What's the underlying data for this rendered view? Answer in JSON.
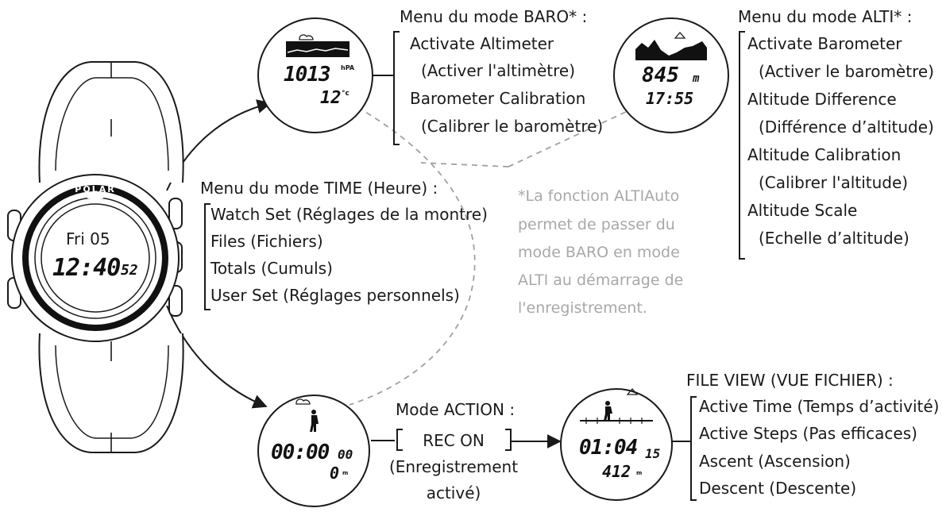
{
  "watch": {
    "brand": "POLAR",
    "date": "Fri 05",
    "time": "12:40",
    "seconds": "52"
  },
  "baro": {
    "title": "Menu du mode BARO* :",
    "items": [
      "Activate Altimeter",
      "(Activer l'altimètre)",
      "Barometer Calibration",
      "(Calibrer le baromètre)"
    ],
    "display_pressure": "1013",
    "display_unit": "hPA",
    "display_temp": "12",
    "display_temp_unit": "°c"
  },
  "alti": {
    "title": "Menu du mode ALTI* :",
    "items": [
      "Activate Barometer",
      "(Activer le baromètre)",
      "Altitude Difference",
      "(Différence d’altitude)",
      "Altitude Calibration",
      "(Calibrer l'altitude)",
      "Altitude Scale",
      "(Echelle d’altitude)"
    ],
    "display_altitude": "845",
    "display_unit": "m",
    "display_time": "17:55"
  },
  "time_menu": {
    "title": "Menu du mode TIME (Heure) :",
    "items": [
      "Watch Set (Réglages de la montre)",
      "Files (Fichiers)",
      "Totals (Cumuls)",
      "User Set (Réglages personnels)"
    ]
  },
  "note": {
    "lines": [
      "*La fonction ALTIAuto",
      "permet de passer du",
      "mode BARO en mode",
      "ALTI au démarrage de",
      "l'enregistrement."
    ]
  },
  "action": {
    "title": "Mode ACTION :",
    "button": "REC ON",
    "caption_lines": [
      "(Enregistrement",
      "activé)"
    ],
    "display_time": "00:00",
    "display_hund": "00",
    "display_asc": "0",
    "display_asc_unit": "m"
  },
  "file_view": {
    "title": "FILE VIEW (VUE FICHIER) :",
    "items": [
      "Active Time (Temps d’activité)",
      "Active Steps (Pas efficaces)",
      "Ascent (Ascension)",
      "Descent (Descente)"
    ],
    "display_time": "01:04",
    "display_hund": "15",
    "display_asc": "412",
    "display_asc_unit": "m"
  }
}
